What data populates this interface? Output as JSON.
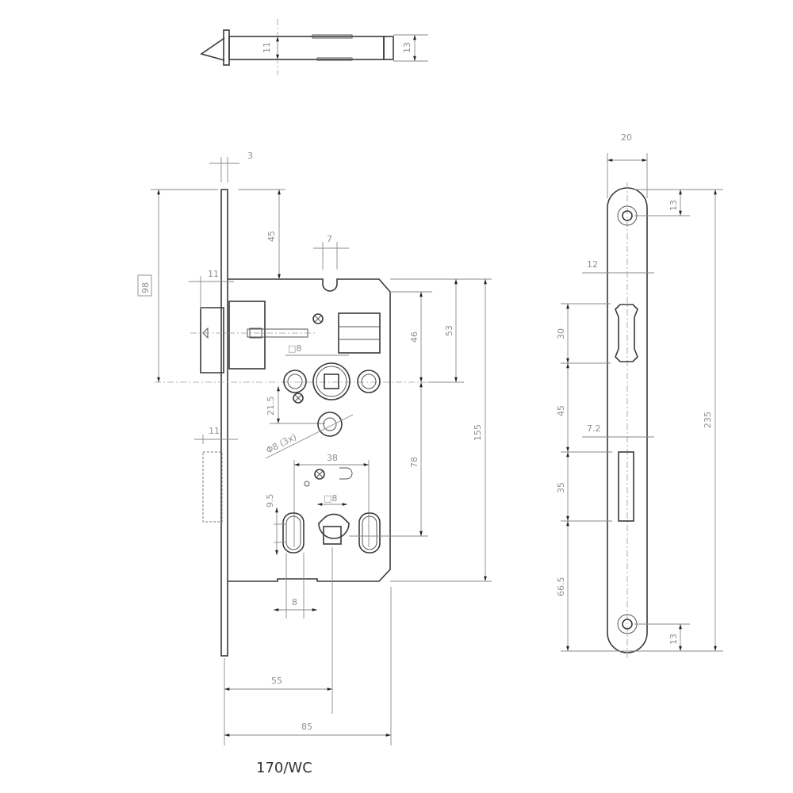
{
  "title": "170/WC",
  "top_view": {
    "dims": {
      "inner_height": "11",
      "outer_height": "13"
    }
  },
  "front_view": {
    "dims": {
      "faceplate_thickness": "3",
      "top_to_latch": "45",
      "latch_offset_boxed": "98",
      "latch_projection": "11",
      "slot_width": "7",
      "spindle_square": "□8",
      "upper_to_spindle_a": "46",
      "upper_to_spindle_b": "53",
      "total_case_height": "155",
      "spindle_to_screw": "21.5",
      "hole_diameter": "Φ8 (3x)",
      "cylinder_to_spindle": "78",
      "oval_spacing": "38",
      "bolt_square": "□8",
      "oval_height": "9.5",
      "deadbolt_projection": "11",
      "oval_width": "8",
      "backset": "55",
      "case_depth": "85"
    }
  },
  "side_view": {
    "dims": {
      "plate_width": "20",
      "top_screw_offset": "13",
      "latch_window_width": "12",
      "latch_window_height": "30",
      "gap_between": "45",
      "bolt_window_width": "7.2",
      "bolt_window_height": "35",
      "bolt_to_bottom": "66.5",
      "bottom_screw_offset": "13",
      "plate_length": "235"
    }
  }
}
